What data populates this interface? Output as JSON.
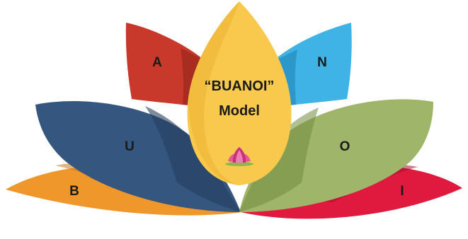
{
  "model": {
    "title_line1": "“BUANOI”",
    "title_line2": "Model"
  },
  "petals": [
    {
      "key": "b",
      "letter": "B",
      "color": "#F0972C"
    },
    {
      "key": "u",
      "letter": "U",
      "color": "#35567F"
    },
    {
      "key": "a",
      "letter": "A",
      "color": "#C8392B"
    },
    {
      "key": "n",
      "letter": "N",
      "color": "#3FB3E6"
    },
    {
      "key": "o",
      "letter": "O",
      "color": "#9FB56A"
    },
    {
      "key": "i",
      "letter": "I",
      "color": "#E0193F"
    }
  ],
  "center": {
    "color": "#F9C94E",
    "icon": "lotus-icon"
  }
}
